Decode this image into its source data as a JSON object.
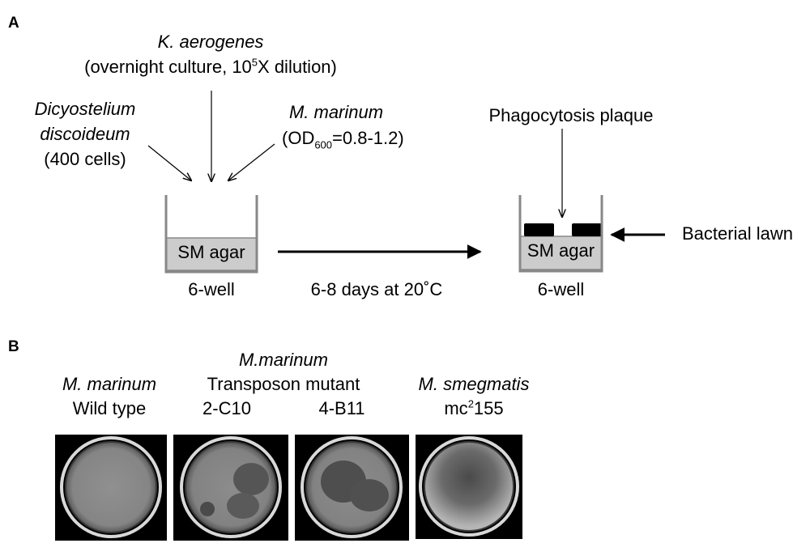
{
  "panel_a": {
    "label": "A",
    "k_aerogenes": {
      "name": "K. aerogenes",
      "detail_prefix": "(overnight  culture, 10",
      "detail_sup": "5",
      "detail_suffix": "X dilution)"
    },
    "dicty": {
      "line1": "Dicyostelium",
      "line2": "discoideum",
      "line3": "(400 cells)"
    },
    "m_marinum": {
      "name": "M. marinum",
      "od_prefix": "(OD",
      "od_sub": "600",
      "od_suffix": "=0.8-1.2)"
    },
    "left_well": {
      "agar_label": "SM agar",
      "caption": "6-well"
    },
    "incubation": "6-8 days at 20˚C",
    "right_well": {
      "agar_label": "SM agar",
      "caption": "6-well"
    },
    "plaque_label": "Phagocytosis plaque",
    "lawn_label": "Bacterial lawn",
    "colors": {
      "well": "#888888",
      "agar": "#cccccc",
      "lawn": "#000000"
    }
  },
  "panel_b": {
    "label": "B",
    "col1": {
      "line1": "M. marinum",
      "line2": "Wild type"
    },
    "col23": {
      "line1": "M.marinum",
      "line2": "Transposon mutant",
      "left": "2-C10",
      "right": "4-B11"
    },
    "col4": {
      "line1": "M. smegmatis",
      "line2_prefix": "mc",
      "line2_sup": "2",
      "line2_suffix": "155"
    }
  }
}
